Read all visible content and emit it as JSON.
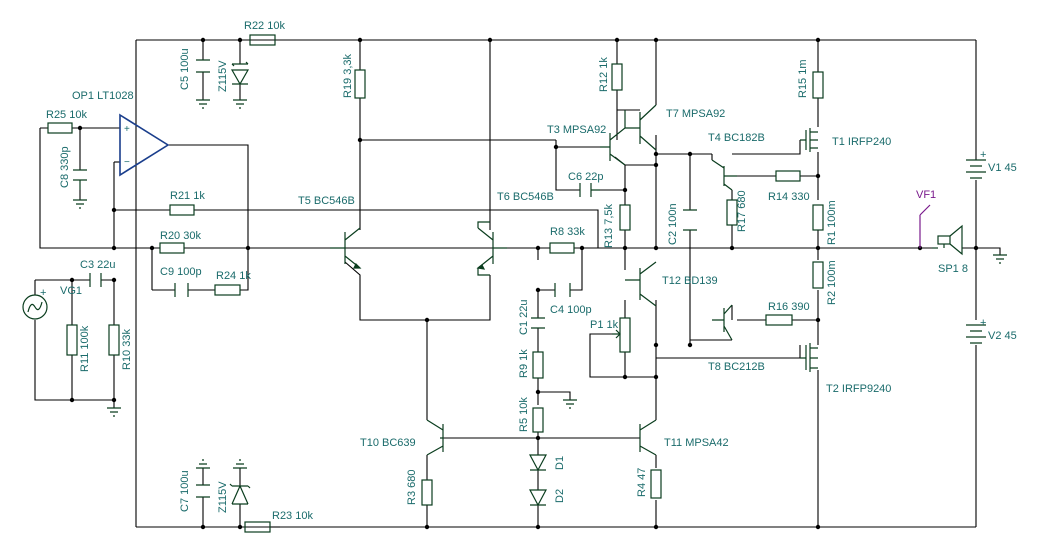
{
  "labels": {
    "r22": "R22 10k",
    "c5": "C5 100u",
    "z1": "Z115V",
    "r19": "R19 3,3k",
    "r12": "R12 1k",
    "r15": "R15 1m",
    "t7": "T7 MPSA92",
    "t3": "T3 MPSA92",
    "t4": "T4 BC182B",
    "t1": "T1 IRFP240",
    "op1": "OP1 LT1028",
    "r25": "R25 10k",
    "c8": "C8 330p",
    "r21": "R21 1k",
    "t5": "T5 BC546B",
    "t6": "T6 BC546B",
    "c6": "C6 22p",
    "r13": "R13 7,5k",
    "c2": "C2 100n",
    "r17": "R17 680",
    "r14": "R14 330",
    "r1": "R1 100m",
    "v1": "V1 45",
    "vf1": "VF1",
    "sp1": "SP1 8",
    "r20": "R20 30k",
    "r8": "R8 33k",
    "c3": "C3 22u",
    "vg1": "VG1",
    "c9": "C9 100p",
    "r24": "R24 1k",
    "c4": "C4 100p",
    "t12": "T12 BD139",
    "r2": "R2 100m",
    "r11": "R11 100k",
    "r10": "R10 33k",
    "c1": "C1 22u",
    "p1": "P1 1k",
    "r16": "R16 390",
    "v2": "V2 45",
    "r9": "R9 1k",
    "t8": "T8 BC212B",
    "t2": "T2 IRFP9240",
    "r5": "R5 10k",
    "t10": "T10 BC639",
    "t11": "T11 MPSA42",
    "d1": "D1",
    "d2": "D2",
    "c7": "C7 100u",
    "z2": "Z115V",
    "r3": "R3 680",
    "r4": "R4 47",
    "r23": "R23 10k",
    "plus_v1": "+",
    "plus_v2": "+",
    "plus_vg": "+"
  },
  "colors": {
    "wire": "#000000",
    "component": "#0a3d1e",
    "label": "#1a6b6b",
    "probe": "#7a1a8c",
    "background": "#ffffff"
  }
}
